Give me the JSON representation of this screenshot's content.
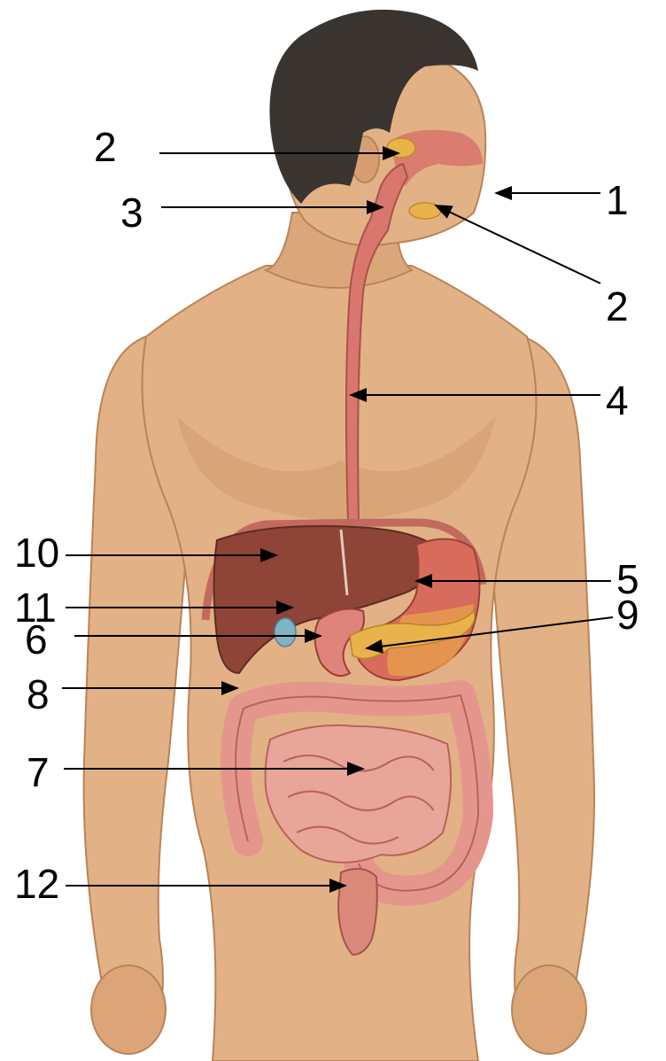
{
  "figure": {
    "illustration": "digestive-system-anatomy",
    "labels": [
      {
        "id": "label-1",
        "text": "1"
      },
      {
        "id": "label-2-top",
        "text": "2"
      },
      {
        "id": "label-2-lower",
        "text": "2"
      },
      {
        "id": "label-3",
        "text": "3"
      },
      {
        "id": "label-4",
        "text": "4"
      },
      {
        "id": "label-5",
        "text": "5"
      },
      {
        "id": "label-6",
        "text": "6"
      },
      {
        "id": "label-7",
        "text": "7"
      },
      {
        "id": "label-8",
        "text": "8"
      },
      {
        "id": "label-9",
        "text": "9"
      },
      {
        "id": "label-10",
        "text": "10"
      },
      {
        "id": "label-11",
        "text": "11"
      },
      {
        "id": "label-12",
        "text": "12"
      }
    ],
    "colors": {
      "skin": "#e2b185",
      "skin_shadow": "#c98f62",
      "hair": "#3a3430",
      "esophagus": "#d9776e",
      "liver": "#8e4436",
      "stomach": "#d86c5c",
      "gland": "#e9b24b",
      "intestine": "#e8a69a",
      "colon": "#e5968c",
      "gallbladder": "#7fb3c6",
      "diaphragm": "#c36a5e"
    }
  }
}
